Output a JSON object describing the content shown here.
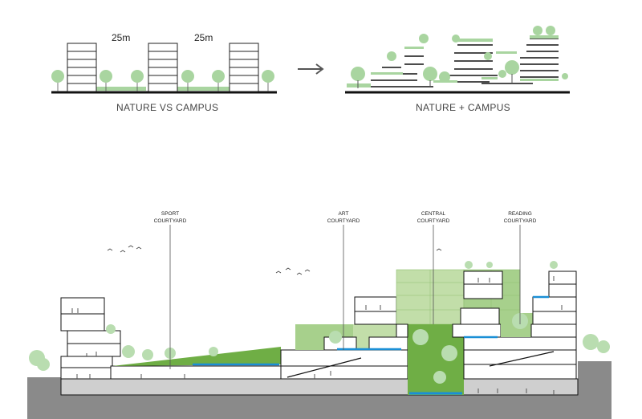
{
  "top_left": {
    "dim_labels": [
      "25m",
      "25m"
    ],
    "caption": "NATURE VS CAMPUS"
  },
  "top_right": {
    "caption": "NATURE + CAMPUS"
  },
  "courtyards": [
    {
      "line1": "SPORT",
      "line2": "COURTYARD"
    },
    {
      "line1": "ART",
      "line2": "COURTYARD"
    },
    {
      "line1": "CENTRAL",
      "line2": "COURTYARD"
    },
    {
      "line1": "READING",
      "line2": "COURTYARD"
    }
  ],
  "colors": {
    "tree": "#a9d5a0",
    "green_roof": "#6fae45",
    "green_block": "#a7d08c",
    "water": "#1a8fd6",
    "ground": "#8a8a8a",
    "line": "#111111"
  },
  "icons": [
    "arrow-right-icon",
    "tree-icon",
    "bird-icon",
    "person-icon"
  ]
}
